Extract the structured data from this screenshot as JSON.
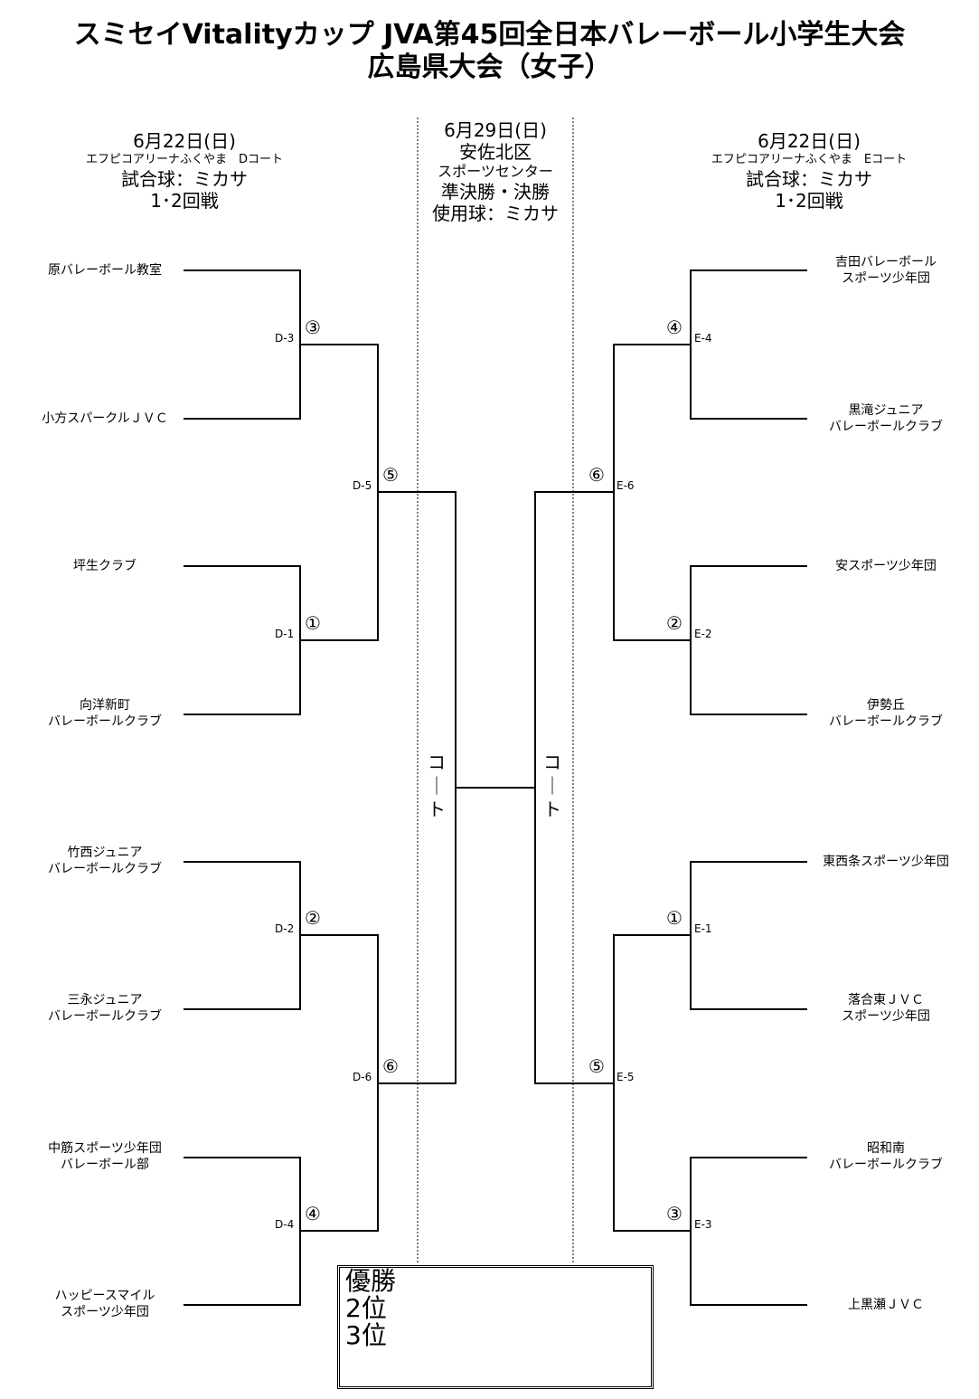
{
  "title": {
    "line1": "スミセイVitalityカップ JVA第45回全日本バレーボール小学生大会",
    "line2": "広島県大会（女子）"
  },
  "left_header": {
    "date": "6月22日(日)",
    "venue": "エフピコアリーナふくやま　Dコート",
    "ball": "試合球：ミカサ",
    "round": "1･2回戦"
  },
  "center_header": {
    "date": "6月29日(日)",
    "venue1": "安佐北区",
    "venue2": "スポーツセンター",
    "stage": "準決勝・決勝",
    "ball": "使用球：ミカサ"
  },
  "right_header": {
    "date": "6月22日(日)",
    "venue": "エフピコアリーナふくやま　Eコート",
    "ball": "試合球：ミカサ",
    "round": "1･2回戦"
  },
  "left_teams": [
    {
      "l1": "原バレーボール教室",
      "l2": ""
    },
    {
      "l1": "小方スパークルＪＶＣ",
      "l2": ""
    },
    {
      "l1": "坪生クラブ",
      "l2": ""
    },
    {
      "l1": "向洋新町",
      "l2": "バレーボールクラブ"
    },
    {
      "l1": "竹西ジュニア",
      "l2": "バレーボールクラブ"
    },
    {
      "l1": "三永ジュニア",
      "l2": "バレーボールクラブ"
    },
    {
      "l1": "中筋スポーツ少年団",
      "l2": "バレーボール部"
    },
    {
      "l1": "ハッピースマイル",
      "l2": "スポーツ少年団"
    }
  ],
  "right_teams": [
    {
      "l1": "吉田バレーボール",
      "l2": "スポーツ少年団"
    },
    {
      "l1": "黒滝ジュニア",
      "l2": "バレーボールクラブ"
    },
    {
      "l1": "安スポーツ少年団",
      "l2": ""
    },
    {
      "l1": "伊勢丘",
      "l2": "バレーボールクラブ"
    },
    {
      "l1": "東西条スポーツ少年団",
      "l2": ""
    },
    {
      "l1": "落合東ＪＶＣ",
      "l2": "スポーツ少年団"
    },
    {
      "l1": "昭和南",
      "l2": "バレーボールクラブ"
    },
    {
      "l1": "上黒瀬ＪＶＣ",
      "l2": ""
    }
  ],
  "left_matches": [
    {
      "code": "D-3",
      "no": "③"
    },
    {
      "code": "D-1",
      "no": "①"
    },
    {
      "code": "D-2",
      "no": "②"
    },
    {
      "code": "D-4",
      "no": "④"
    },
    {
      "code": "D-5",
      "no": "⑤"
    },
    {
      "code": "D-6",
      "no": "⑥"
    }
  ],
  "right_matches": [
    {
      "code": "E-4",
      "no": "④"
    },
    {
      "code": "E-2",
      "no": "②"
    },
    {
      "code": "E-1",
      "no": "①"
    },
    {
      "code": "E-3",
      "no": "③"
    },
    {
      "code": "E-6",
      "no": "⑥"
    },
    {
      "code": "E-5",
      "no": "⑤"
    }
  ],
  "court_label": "コート",
  "results": {
    "first": "優勝",
    "second": "2位",
    "third": "3位"
  }
}
